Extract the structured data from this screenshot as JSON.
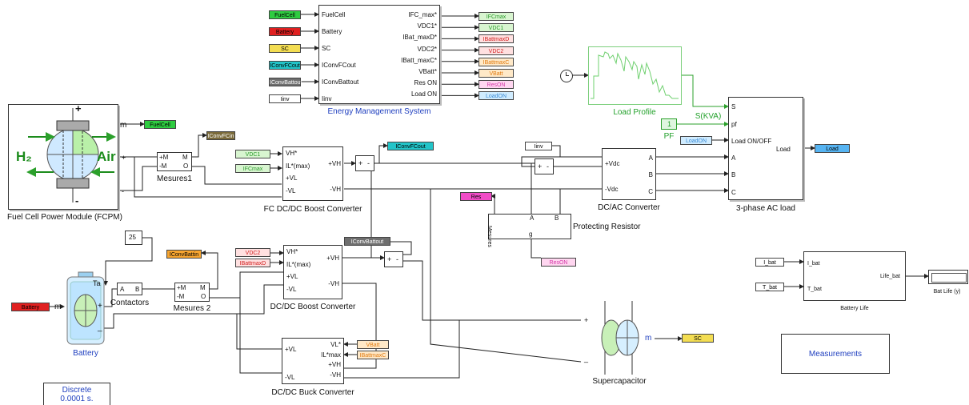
{
  "ems": {
    "caption": "Energy Management System",
    "inputs": [
      "FuelCell",
      "Battery",
      "SC",
      "IConvFCout",
      "IConvBattout",
      "Iinv"
    ],
    "outputs": [
      "IFC_max*",
      "VDC1*",
      "IBat_maxD*",
      "VDC2*",
      "IBatt_maxC*",
      "VBatt*",
      "Res ON",
      "Load ON"
    ],
    "in_tags": [
      "FuelCell",
      "Battery",
      "SC",
      "IConvFCout",
      "IConvBattout",
      "Iinv"
    ],
    "out_tags": [
      "IFCmax",
      "VDC1",
      "IBattmaxD",
      "VDC2",
      "IBattmaxC",
      "VBatt",
      "ResON",
      "LoadON"
    ]
  },
  "fcpm": {
    "caption": "Fuel Cell Power Module (FCPM)",
    "h2": "H₂",
    "air": "Air",
    "port_m": "m",
    "plus": "+",
    "minus": "-"
  },
  "tags": {
    "fuelcell_out": "FuelCell",
    "convfcin": "IConvFCin",
    "vdc1": "VDC1",
    "ifcmax": "IFCmax",
    "iconvfcout": "IConvFCout",
    "iinv": "Iinv",
    "res": "Res",
    "loadon": "LoadON",
    "reson": "ResON",
    "convbattin": "IConvBattin",
    "iconvbattout": "IConvBattout",
    "vdc2": "VDC2",
    "ibattmaxd": "IBattmaxD",
    "vbatt": "VBatt",
    "ibattmaxc": "IBattmaxC",
    "battery": "Battery",
    "sc": "SC",
    "ibat": "I_bat",
    "tbat": "T_bat",
    "load": "Load"
  },
  "mesures1": {
    "caption": "Mesures1",
    "left": [
      "+M",
      "-M"
    ],
    "right": [
      "M",
      "O"
    ]
  },
  "mesures2": {
    "caption": "Mesures 2",
    "left": [
      "+M",
      "-M"
    ],
    "right": [
      "M",
      "O"
    ]
  },
  "fc_boost": {
    "caption": "FC DC/DC Boost Converter",
    "left": [
      "VH*",
      "IL*(max)",
      "+VL",
      "-VL"
    ],
    "right": [
      "+VH",
      "-VH"
    ]
  },
  "dc_boost": {
    "caption": "DC/DC Boost Converter",
    "left": [
      "VH*",
      "IL*(max)",
      "+VL",
      "-VL"
    ],
    "right": [
      "+VH",
      "-VH"
    ]
  },
  "dc_buck": {
    "caption": "DC/DC Buck Converter",
    "left": [
      "+VL",
      "-VL"
    ],
    "right": [
      "VL*",
      "IL*max",
      "+VH",
      "-VH"
    ]
  },
  "inverter": {
    "caption": "DC/AC Converter",
    "left": [
      "+Vdc",
      "-Vdc"
    ],
    "right": [
      "A",
      "B",
      "C"
    ]
  },
  "acload": {
    "caption": "3-phase AC load",
    "left": [
      "S",
      "pf",
      "Load ON/OFF",
      "A",
      "B",
      "C"
    ],
    "right": "Load"
  },
  "load_profile": {
    "caption": "Load Profile",
    "out_label": "S(KVA)"
  },
  "pf_const": {
    "value": "1",
    "caption": "PF"
  },
  "resistor": {
    "caption": "Protecting Resistor",
    "ports": [
      "Mesures",
      "A",
      "B",
      "g"
    ]
  },
  "battery": {
    "caption": "Battery",
    "port_ta": "Ta",
    "port_m": "m",
    "plus": "+",
    "minus": "_"
  },
  "temp_const": {
    "value": "25"
  },
  "contactors": {
    "caption": "Contactors",
    "ports": [
      "A",
      "B"
    ]
  },
  "supercap": {
    "caption": "Supercapacitor",
    "port_m": "m",
    "plus": "+",
    "minus": "_"
  },
  "battlife": {
    "caption": "Battery Life",
    "in": [
      "I_bat",
      "T_bat"
    ],
    "out": "Life_bat"
  },
  "display": {
    "caption": "Bat Life (y)"
  },
  "measurements": {
    "label": "Measurements"
  },
  "powergui": {
    "line1": "Discrete",
    "line2": "0.0001 s."
  },
  "sum": {
    "plus": "+",
    "minus": "-"
  },
  "colors": {
    "green": "#2ecc40",
    "red": "#e02020",
    "yellow": "#f3dd52",
    "cyan": "#22c4c8",
    "gray": "#6e6e6e",
    "white": "#ffffff",
    "light_green": "#d8f5d0",
    "pink": "#ffd6f0",
    "light_blue": "#d0ecff",
    "light_orange": "#ffe9c8",
    "blue_tag": "#56b4f2",
    "magenta": "#f14cc7",
    "brown": "#7a6a3a",
    "orange": "#f7a530",
    "wire": "#222222",
    "caption_blue": "#1f3fbf"
  }
}
